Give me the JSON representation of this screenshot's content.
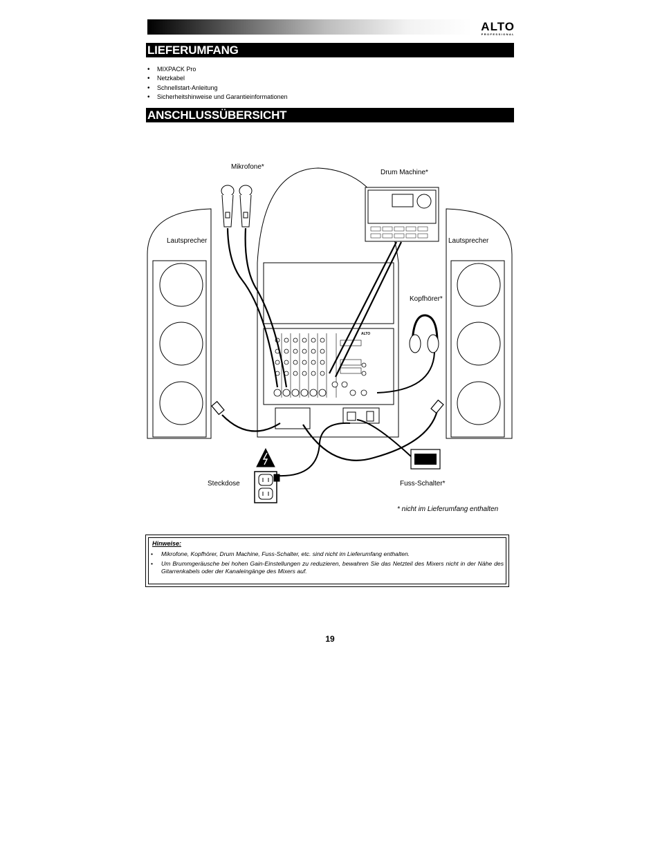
{
  "header": {
    "brand": "ALTO",
    "brand_sub": "PROFESSIONAL"
  },
  "sections": {
    "lieferumfang_title": "LIEFERUMFANG",
    "anschluss_title": "ANSCHLUSSÜBERSICHT"
  },
  "contents_list": [
    "MIXPACK Pro",
    "Netzkabel",
    "Schnellstart-Anleitung",
    "Sicherheitshinweise und Garantieinformationen"
  ],
  "diagram": {
    "labels": {
      "microphones": "Mikrofone*",
      "drum_machine": "Drum Machine*",
      "speaker_left": "Lautsprecher",
      "speaker_right": "Lautsprecher",
      "headphones": "Kopfhörer*",
      "outlet": "Steckdose",
      "footswitch": "Fuss-Schalter*"
    },
    "footnote": "* nicht im Lieferumfang enthalten"
  },
  "notes": {
    "title": "Hinweise:",
    "items": [
      "Mikrofone, Kopfhörer, Drum Machine, Fuss-Schalter, etc. sind nicht im Lieferumfang enthalten.",
      "Um Brummgeräusche bei hohen Gain-Einstellungen zu reduzieren, bewahren Sie das Netzteil des Mixers nicht in der Nähe des Gitarrenkabels oder der Kanaleingänge des Mixers auf."
    ]
  },
  "page_number": "19"
}
